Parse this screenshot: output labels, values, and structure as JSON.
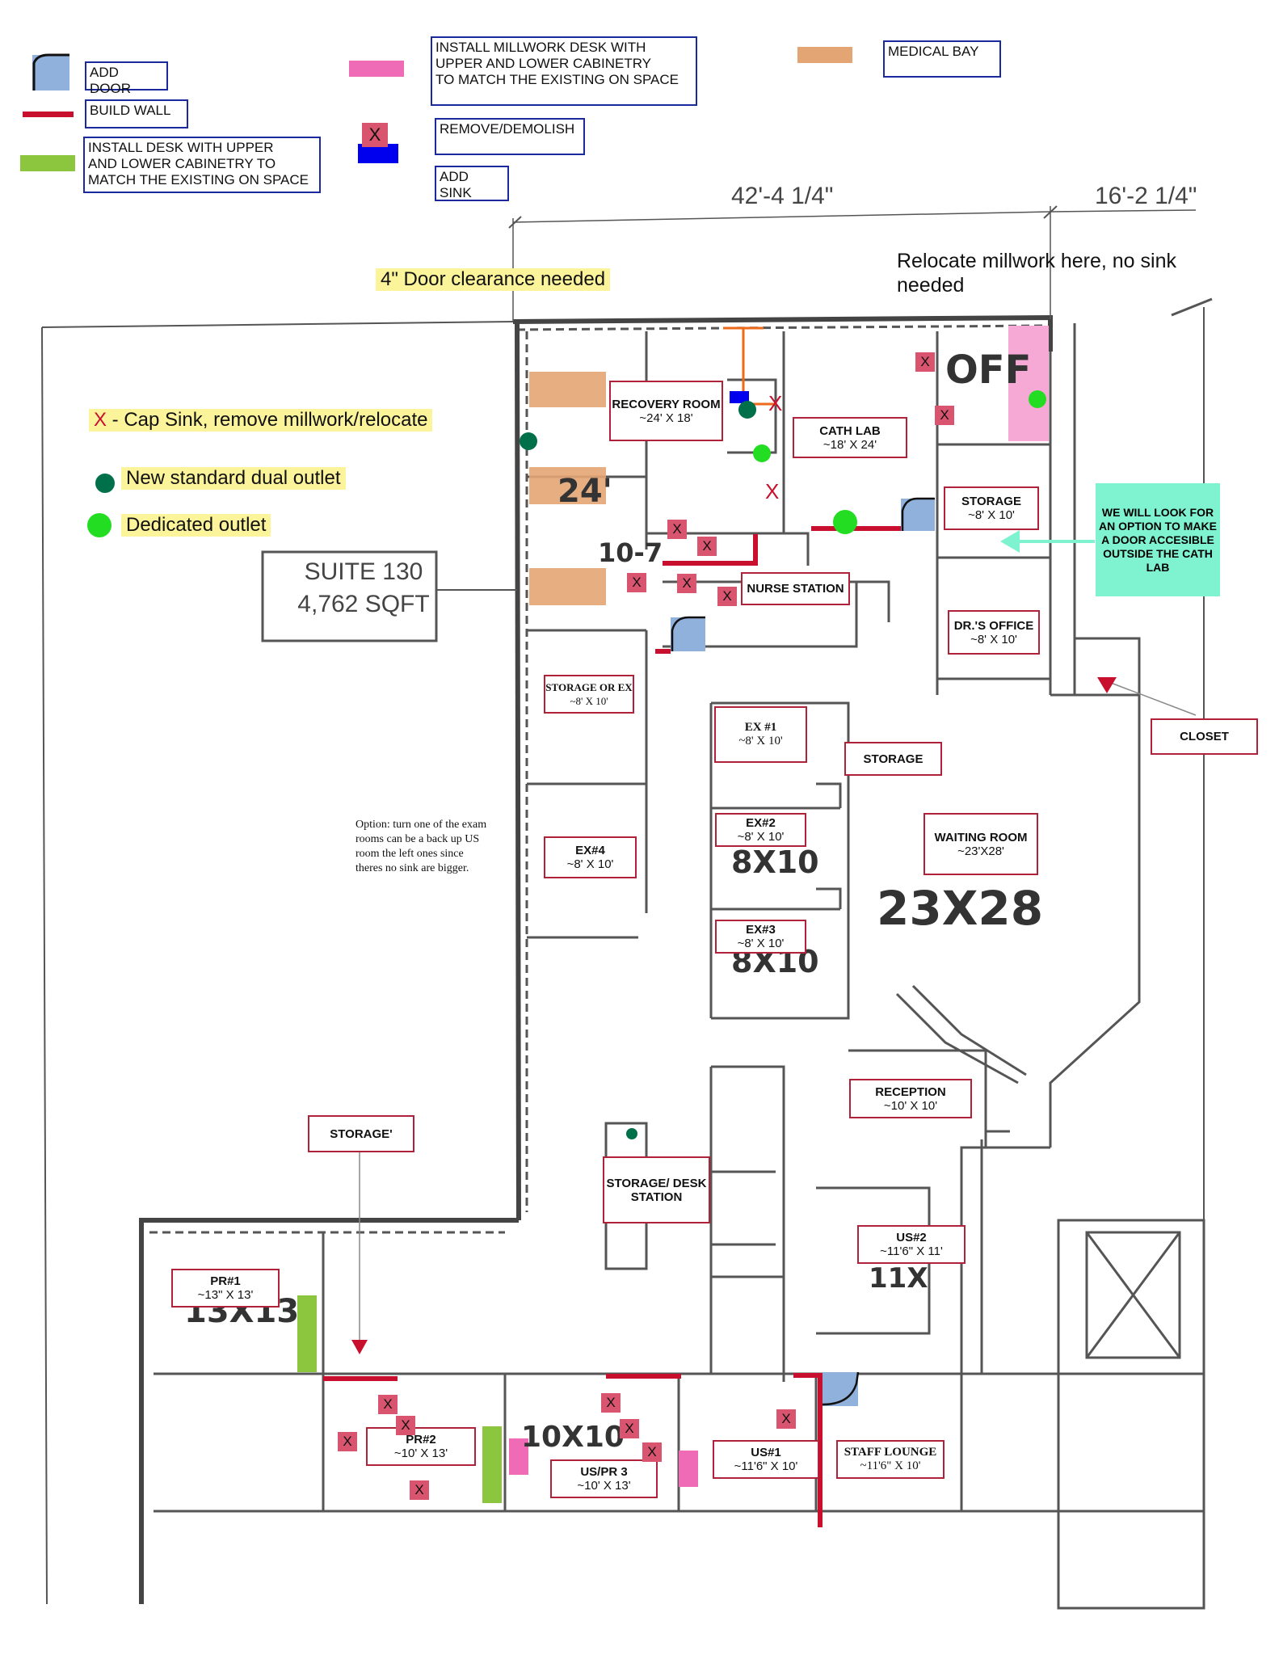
{
  "legend": {
    "add_door": "ADD DOOR",
    "build_wall": "BUILD WALL",
    "install_desk": "INSTALL DESK WITH UPPER\n AND LOWER CABINETRY TO\nMATCH THE EXISTING ON SPACE",
    "install_millwork": "INSTALL MILLWORK DESK WITH\n UPPER AND LOWER CABINETRY\n TO MATCH THE EXISTING ON SPACE",
    "remove": "REMOVE/DEMOLISH",
    "add_sink": "ADD SINK",
    "medical_bay": "MEDICAL BAY",
    "x_symbol": "X"
  },
  "dimensions": {
    "width_a": "42'-4 1/4\"",
    "width_b": "16'-2 1/4\""
  },
  "notes": {
    "door_clearance": "4\" Door clearance needed",
    "relocate": "Relocate millwork here, no sink needed",
    "cap_sink_x": "X",
    "cap_sink": " - Cap Sink, remove millwork/relocate",
    "std_outlet": "New standard dual outlet",
    "ded_outlet": "Dedicated outlet",
    "suite_line1": "SUITE 130",
    "suite_line2": "4,762 SQFT",
    "option": "Option: turn one of the exam rooms can be a back up US room the left ones since theres no sink are bigger.",
    "door_note": "WE WILL LOOK FOR AN OPTION TO MAKE A DOOR ACCESIBLE OUTSIDE THE CATH LAB"
  },
  "rooms": {
    "recovery": {
      "name": "RECOVERY ROOM",
      "size": "~24' X 18'"
    },
    "cath_lab": {
      "name": "CATH LAB",
      "size": "~18' X 24'"
    },
    "storage_top": {
      "name": "STORAGE",
      "size": "~8' X 10'"
    },
    "nurse": {
      "name": "NURSE STATION"
    },
    "dr_office": {
      "name": "DR.'S OFFICE",
      "size": "~8' X 10'"
    },
    "closet": {
      "name": "CLOSET"
    },
    "storage_ex": {
      "name": "STORAGE OR EX",
      "size": "~8' X 10'"
    },
    "ex1": {
      "name": "EX #1",
      "size": "~8' X 10'"
    },
    "storage_mid": {
      "name": "STORAGE"
    },
    "ex2": {
      "name": "EX#2",
      "size": "~8' X 10'"
    },
    "waiting": {
      "name": "WAITING ROOM",
      "size": "~23'X28'"
    },
    "ex4": {
      "name": "EX#4",
      "size": "~8' X 10'"
    },
    "ex3": {
      "name": "EX#3",
      "size": "~8' X 10'"
    },
    "reception": {
      "name": "RECEPTION",
      "size": "~10' X 10'"
    },
    "storage_bottom": {
      "name": "STORAGE'"
    },
    "storage_desk": {
      "name": "STORAGE/ DESK STATION"
    },
    "us2": {
      "name": "US#2",
      "size": "~11'6\" X 11'"
    },
    "pr1": {
      "name": "PR#1",
      "size": "~13\" X 13'"
    },
    "pr2": {
      "name": "PR#2",
      "size": "~10' X 13'"
    },
    "uspr3": {
      "name": "US/PR 3",
      "size": "~10' X 13'"
    },
    "us1": {
      "name": "US#1",
      "size": "~11'6\" X 10'"
    },
    "staff": {
      "name": "STAFF LOUNGE",
      "size": "~11'6\" X 10'"
    }
  },
  "handwritten": {
    "off": "OFF",
    "size_23x28": "23X28",
    "size_8x10_a": "8X10",
    "size_8x10_b": "8X10",
    "size_13x13": "13X13",
    "size_10x10": "10X10",
    "size_24": "24'",
    "size_10_7": "10-7",
    "size_11": "11X"
  },
  "colors": {
    "wall_red": "#c8102e",
    "desk_green": "#8cc63f",
    "millwork_pink": "#f06bb5",
    "remove_x": "#d9546e",
    "sink_blue": "#0000ee",
    "medical_bay": "#e4a574",
    "door_blue": "#8fb1dc",
    "std_outlet": "#00704a",
    "ded_outlet": "#22dd22",
    "note_teal": "#7ff3cf",
    "highlight": "#fbf49a"
  }
}
